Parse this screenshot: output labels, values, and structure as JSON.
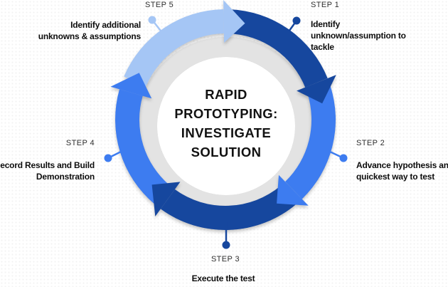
{
  "diagram": {
    "center_title_lines": [
      "RAPID",
      "PROTOTYPING:",
      "INVESTIGATE",
      "SOLUTION"
    ],
    "steps": [
      {
        "label": "STEP 1",
        "desc_lines": [
          "Identify",
          "unknown/assumption to",
          "tackle"
        ]
      },
      {
        "label": "STEP 2",
        "desc_lines": [
          "Advance hypothesis and",
          "quickest way to test"
        ]
      },
      {
        "label": "STEP 3",
        "desc_lines": [
          "Execute the test"
        ]
      },
      {
        "label": "STEP 4",
        "desc_lines": [
          "Record Results and Build",
          "Demonstration"
        ]
      },
      {
        "label": "STEP 5",
        "desc_lines": [
          "Identify additional",
          "unknowns & assumptions"
        ]
      }
    ],
    "colors": {
      "navy": "#16479E",
      "medium_blue": "#3D7CF0",
      "light_blue": "#A5C6F5",
      "ring_gray": "#E3E3E3",
      "center_bg": "#FFFFFF"
    }
  }
}
